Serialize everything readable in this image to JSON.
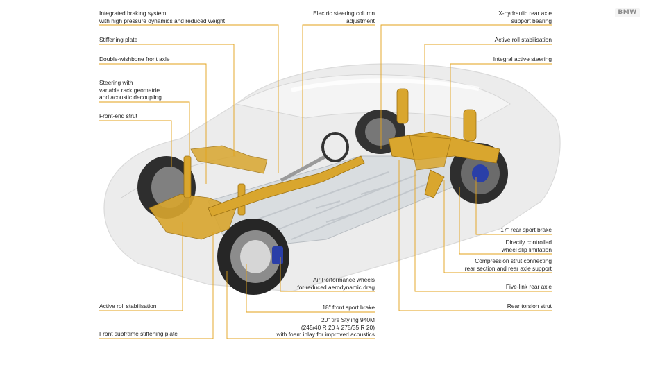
{
  "brand": {
    "logo_text": "BMW"
  },
  "colors": {
    "leader_line": "#e3a21a",
    "chassis_gold": "#d9a62e",
    "body_ghost": "#e6e6e6",
    "brake_blue": "#2a3fa8"
  },
  "labels_left": [
    {
      "key": "integrated_braking",
      "text": "Integrated braking system\nwith high pressure dynamics and reduced weight"
    },
    {
      "key": "stiffening_plate",
      "text": "Stiffening plate"
    },
    {
      "key": "double_wishbone",
      "text": "Double-wishbone front axle"
    },
    {
      "key": "steering_rack",
      "text": "Steering with\nvariable rack geometrie\nand acoustic decoupling"
    },
    {
      "key": "front_end_strut",
      "text": "Front-end strut"
    },
    {
      "key": "active_roll_front",
      "text": "Active roll stabilisation"
    },
    {
      "key": "front_subframe",
      "text": "Front subframe stiffening plate"
    }
  ],
  "labels_center": [
    {
      "key": "steering_column",
      "text": "Electric steering column\nadjustment"
    },
    {
      "key": "air_wheels",
      "text": "Air Performance wheels\nfor reduced aerodynamic drag"
    },
    {
      "key": "front_brake",
      "text": "18\" front sport brake"
    },
    {
      "key": "tire",
      "text": "20\" tire Styling 940M\n(245/40 R 20 # 275/35 R 20)\nwith foam inlay for improved acoustics"
    }
  ],
  "labels_right": [
    {
      "key": "x_hydraulic",
      "text": "X-hydraulic rear axle\nsupport bearing"
    },
    {
      "key": "active_roll_rear",
      "text": "Active roll stabilisation"
    },
    {
      "key": "integral_steering",
      "text": "Integral active steering"
    },
    {
      "key": "rear_brake",
      "text": "17\" rear sport brake"
    },
    {
      "key": "wheel_slip",
      "text": "Directly controlled\nwheel slip limitation"
    },
    {
      "key": "compression_strut",
      "text": "Compression strut connecting\nrear section and rear axle support"
    },
    {
      "key": "five_link",
      "text": "Five-link rear axle"
    },
    {
      "key": "rear_torsion",
      "text": "Rear torsion strut"
    }
  ]
}
